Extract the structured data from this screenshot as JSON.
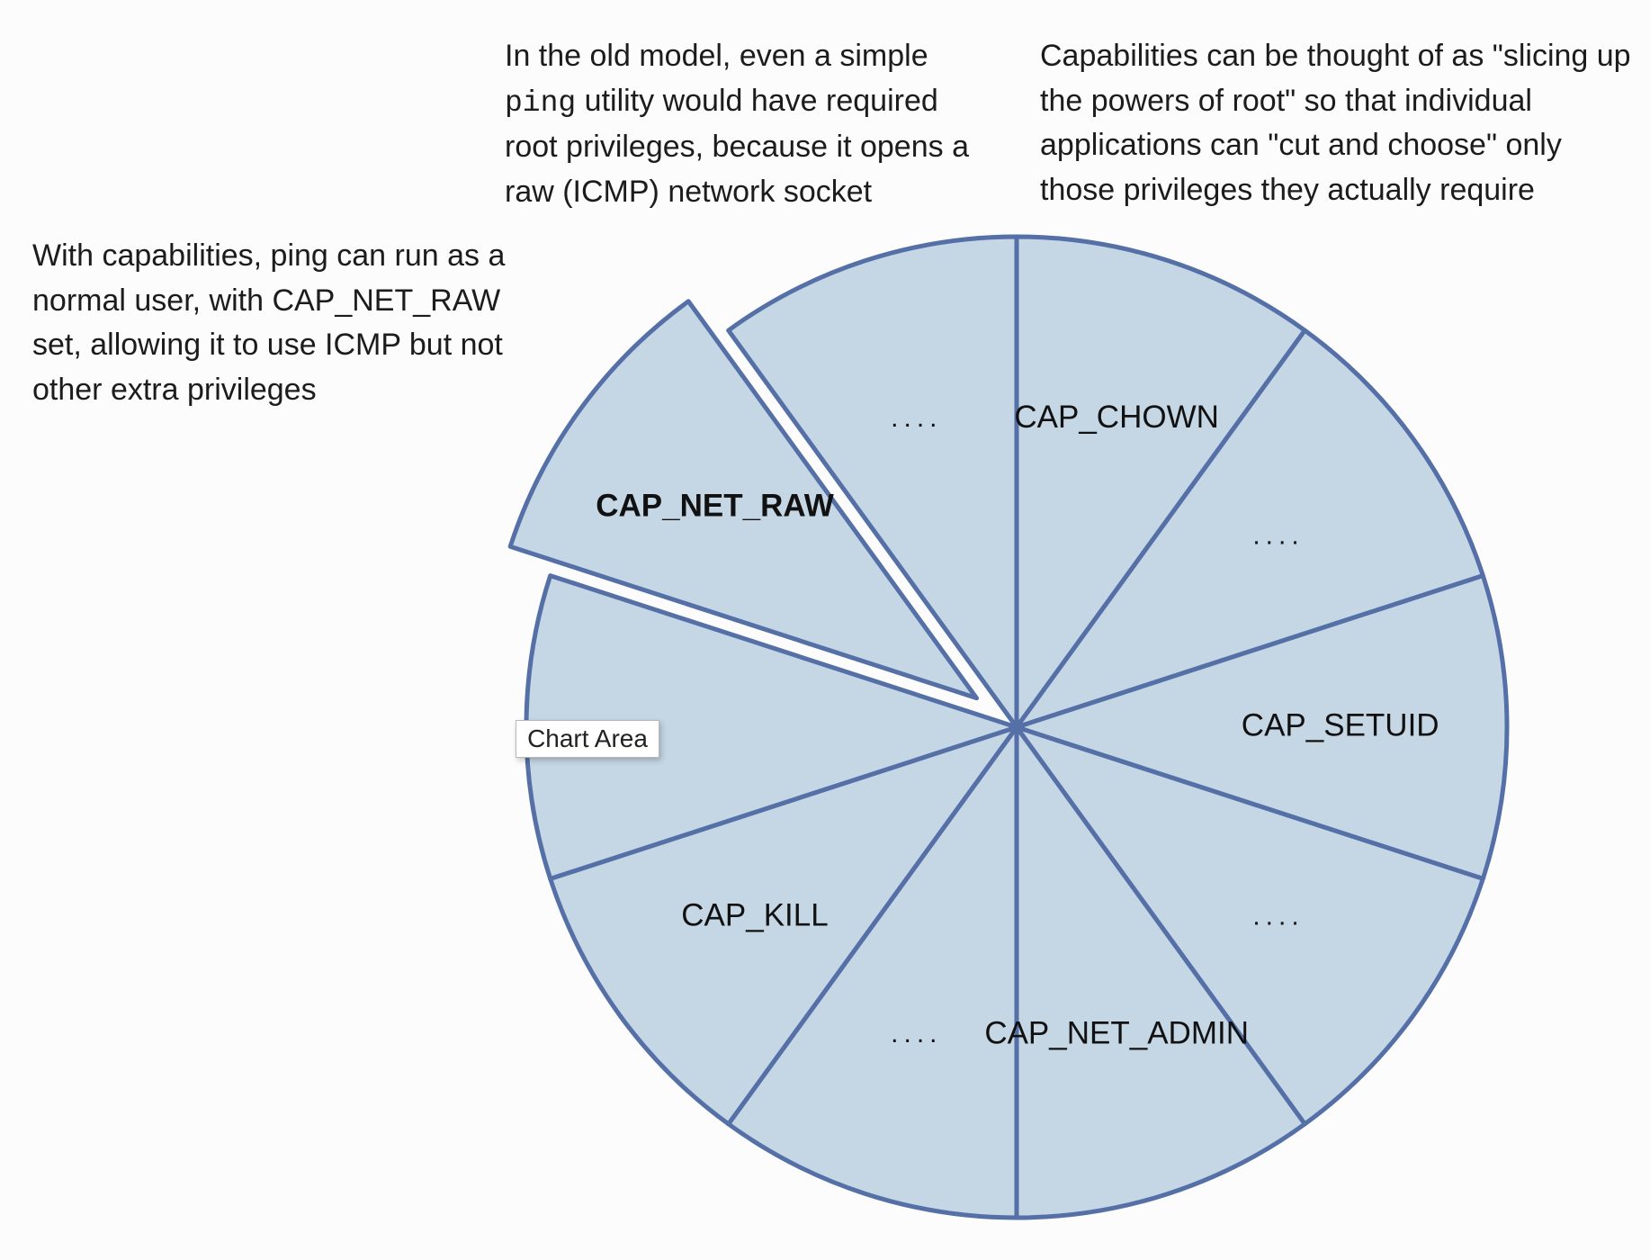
{
  "annotations": {
    "old_model": {
      "line1": "In the old model, even a simple",
      "line2_code": "ping",
      "line2_rest": " utility would have required",
      "line3": "root privileges, because it opens a",
      "line4": "raw (ICMP) network socket"
    },
    "slicing": {
      "line1": "Capabilities can be thought of as \"slicing up",
      "line2": "the powers of root\" so that individual",
      "line3": "applications can \"cut and choose\" only",
      "line4": "those privileges they actually require"
    },
    "ping_caps": {
      "line1": "With capabilities, ping can run as a",
      "line2": "normal user, with CAP_NET_RAW",
      "line3": "set, allowing it to use ICMP but not",
      "line4": "other extra privileges"
    }
  },
  "tooltip": "Chart Area",
  "colors": {
    "slice_fill": "#c5d6e4",
    "slice_stroke": "#5570a7"
  },
  "chart_data": {
    "type": "pie",
    "slices": [
      {
        "label": "CAP_CHOWN",
        "value": 1
      },
      {
        "label": "....",
        "value": 1
      },
      {
        "label": "CAP_SETUID",
        "value": 1
      },
      {
        "label": "....",
        "value": 1
      },
      {
        "label": "CAP_NET_ADMIN",
        "value": 1
      },
      {
        "label": "....",
        "value": 1
      },
      {
        "label": "CAP_KILL",
        "value": 1
      },
      {
        "label": "",
        "value": 1
      },
      {
        "label": "CAP_NET_RAW",
        "value": 1,
        "exploded": true,
        "bold": true
      },
      {
        "label": "....",
        "value": 1
      }
    ],
    "legend": "none"
  }
}
